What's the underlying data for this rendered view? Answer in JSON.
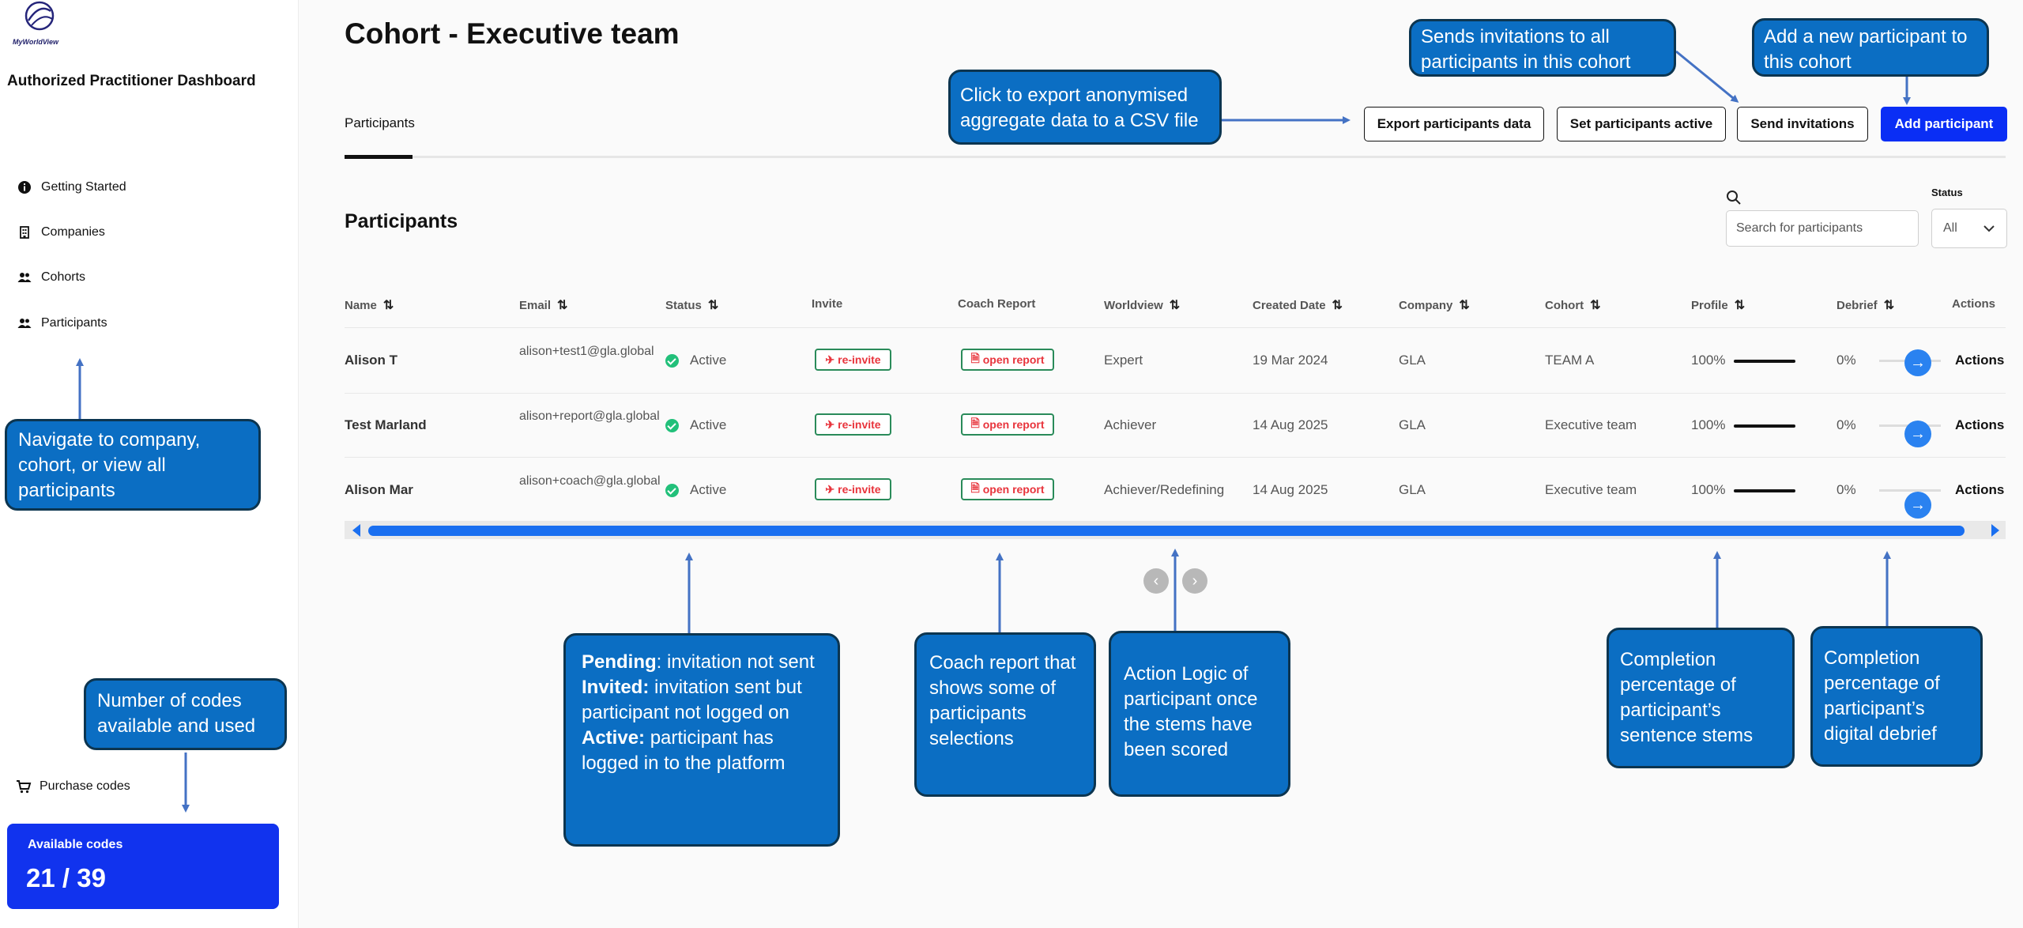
{
  "sidebar": {
    "brand": "MyWorldView",
    "dashboard_title": "Authorized Practitioner Dashboard",
    "nav": [
      {
        "label": "Getting Started",
        "icon": "info-icon"
      },
      {
        "label": "Companies",
        "icon": "building-icon"
      },
      {
        "label": "Cohorts",
        "icon": "people-icon"
      },
      {
        "label": "Participants",
        "icon": "people-icon"
      }
    ],
    "purchase_label": "Purchase codes",
    "codes": {
      "label": "Available codes",
      "value": "21 / 39"
    }
  },
  "header": {
    "title": "Cohort - Executive team",
    "tab": "Participants",
    "buttons": {
      "export": "Export participants data",
      "set_active": "Set participants active",
      "send_invitations": "Send invitations",
      "add_participant": "Add participant"
    }
  },
  "participants": {
    "title": "Participants",
    "search_placeholder": "Search for participants",
    "status_filter_label": "Status",
    "status_filter_value": "All",
    "columns": [
      "Name",
      "Email",
      "Status",
      "Invite",
      "Coach Report",
      "Worldview",
      "Created Date",
      "Company",
      "Cohort",
      "Profile",
      "Debrief",
      "Actions"
    ],
    "rows": [
      {
        "name": "Alison T",
        "email": "alison+test1@gla.global",
        "status": "Active",
        "invite": "re-invite",
        "coach_report": "open report",
        "worldview": "Expert",
        "created": "19 Mar 2024",
        "company": "GLA",
        "cohort": "TEAM A",
        "profile": "100%",
        "profile_fraction": 1.0,
        "debrief": "0%",
        "debrief_fraction": 0.0,
        "actions": "Actions"
      },
      {
        "name": "Test Marland",
        "email": "alison+report@gla.global",
        "status": "Active",
        "invite": "re-invite",
        "coach_report": "open report",
        "worldview": "Achiever",
        "created": "14 Aug 2025",
        "company": "GLA",
        "cohort": "Executive team",
        "profile": "100%",
        "profile_fraction": 1.0,
        "debrief": "0%",
        "debrief_fraction": 0.0,
        "actions": "Actions"
      },
      {
        "name": "Alison Mar",
        "email": "alison+coach@gla.global",
        "status": "Active",
        "invite": "re-invite",
        "coach_report": "open report",
        "worldview": "Achiever/Redefining",
        "created": "14 Aug 2025",
        "company": "GLA",
        "cohort": "Executive team",
        "profile": "100%",
        "profile_fraction": 1.0,
        "debrief": "0%",
        "debrief_fraction": 0.0,
        "actions": "Actions"
      }
    ]
  },
  "callouts": {
    "navigate": "Navigate to company, cohort, or view all participants",
    "codes": "Number of codes available and used",
    "export": "Click to export anonymised aggregate data to a CSV file",
    "send": "Sends invitations to all participants in this cohort",
    "add": "Add a new participant to this cohort",
    "status_pending_term": "Pending",
    "status_pending_text": ": invitation not sent",
    "status_invited_term": "Invited:",
    "status_invited_text": " invitation sent but participant not logged on",
    "status_active_term": "Active:",
    "status_active_text": " participant has logged in to the platform",
    "coach": "Coach report that shows some of participants selections",
    "action": "Action Logic of participant once the stems have been scored",
    "profile": "Completion percentage of participant’s sentence stems",
    "debrief": "Completion percentage of participant’s digital debrief"
  },
  "colors": {
    "primary_button": "#0a2ef5",
    "codes_card": "#1133ee",
    "callout_fill": "#0b6ec3",
    "callout_border": "#0c3550",
    "arrow": "#4472c4",
    "active_status": "#22c07a",
    "reinvite_text": "#e8343c"
  }
}
